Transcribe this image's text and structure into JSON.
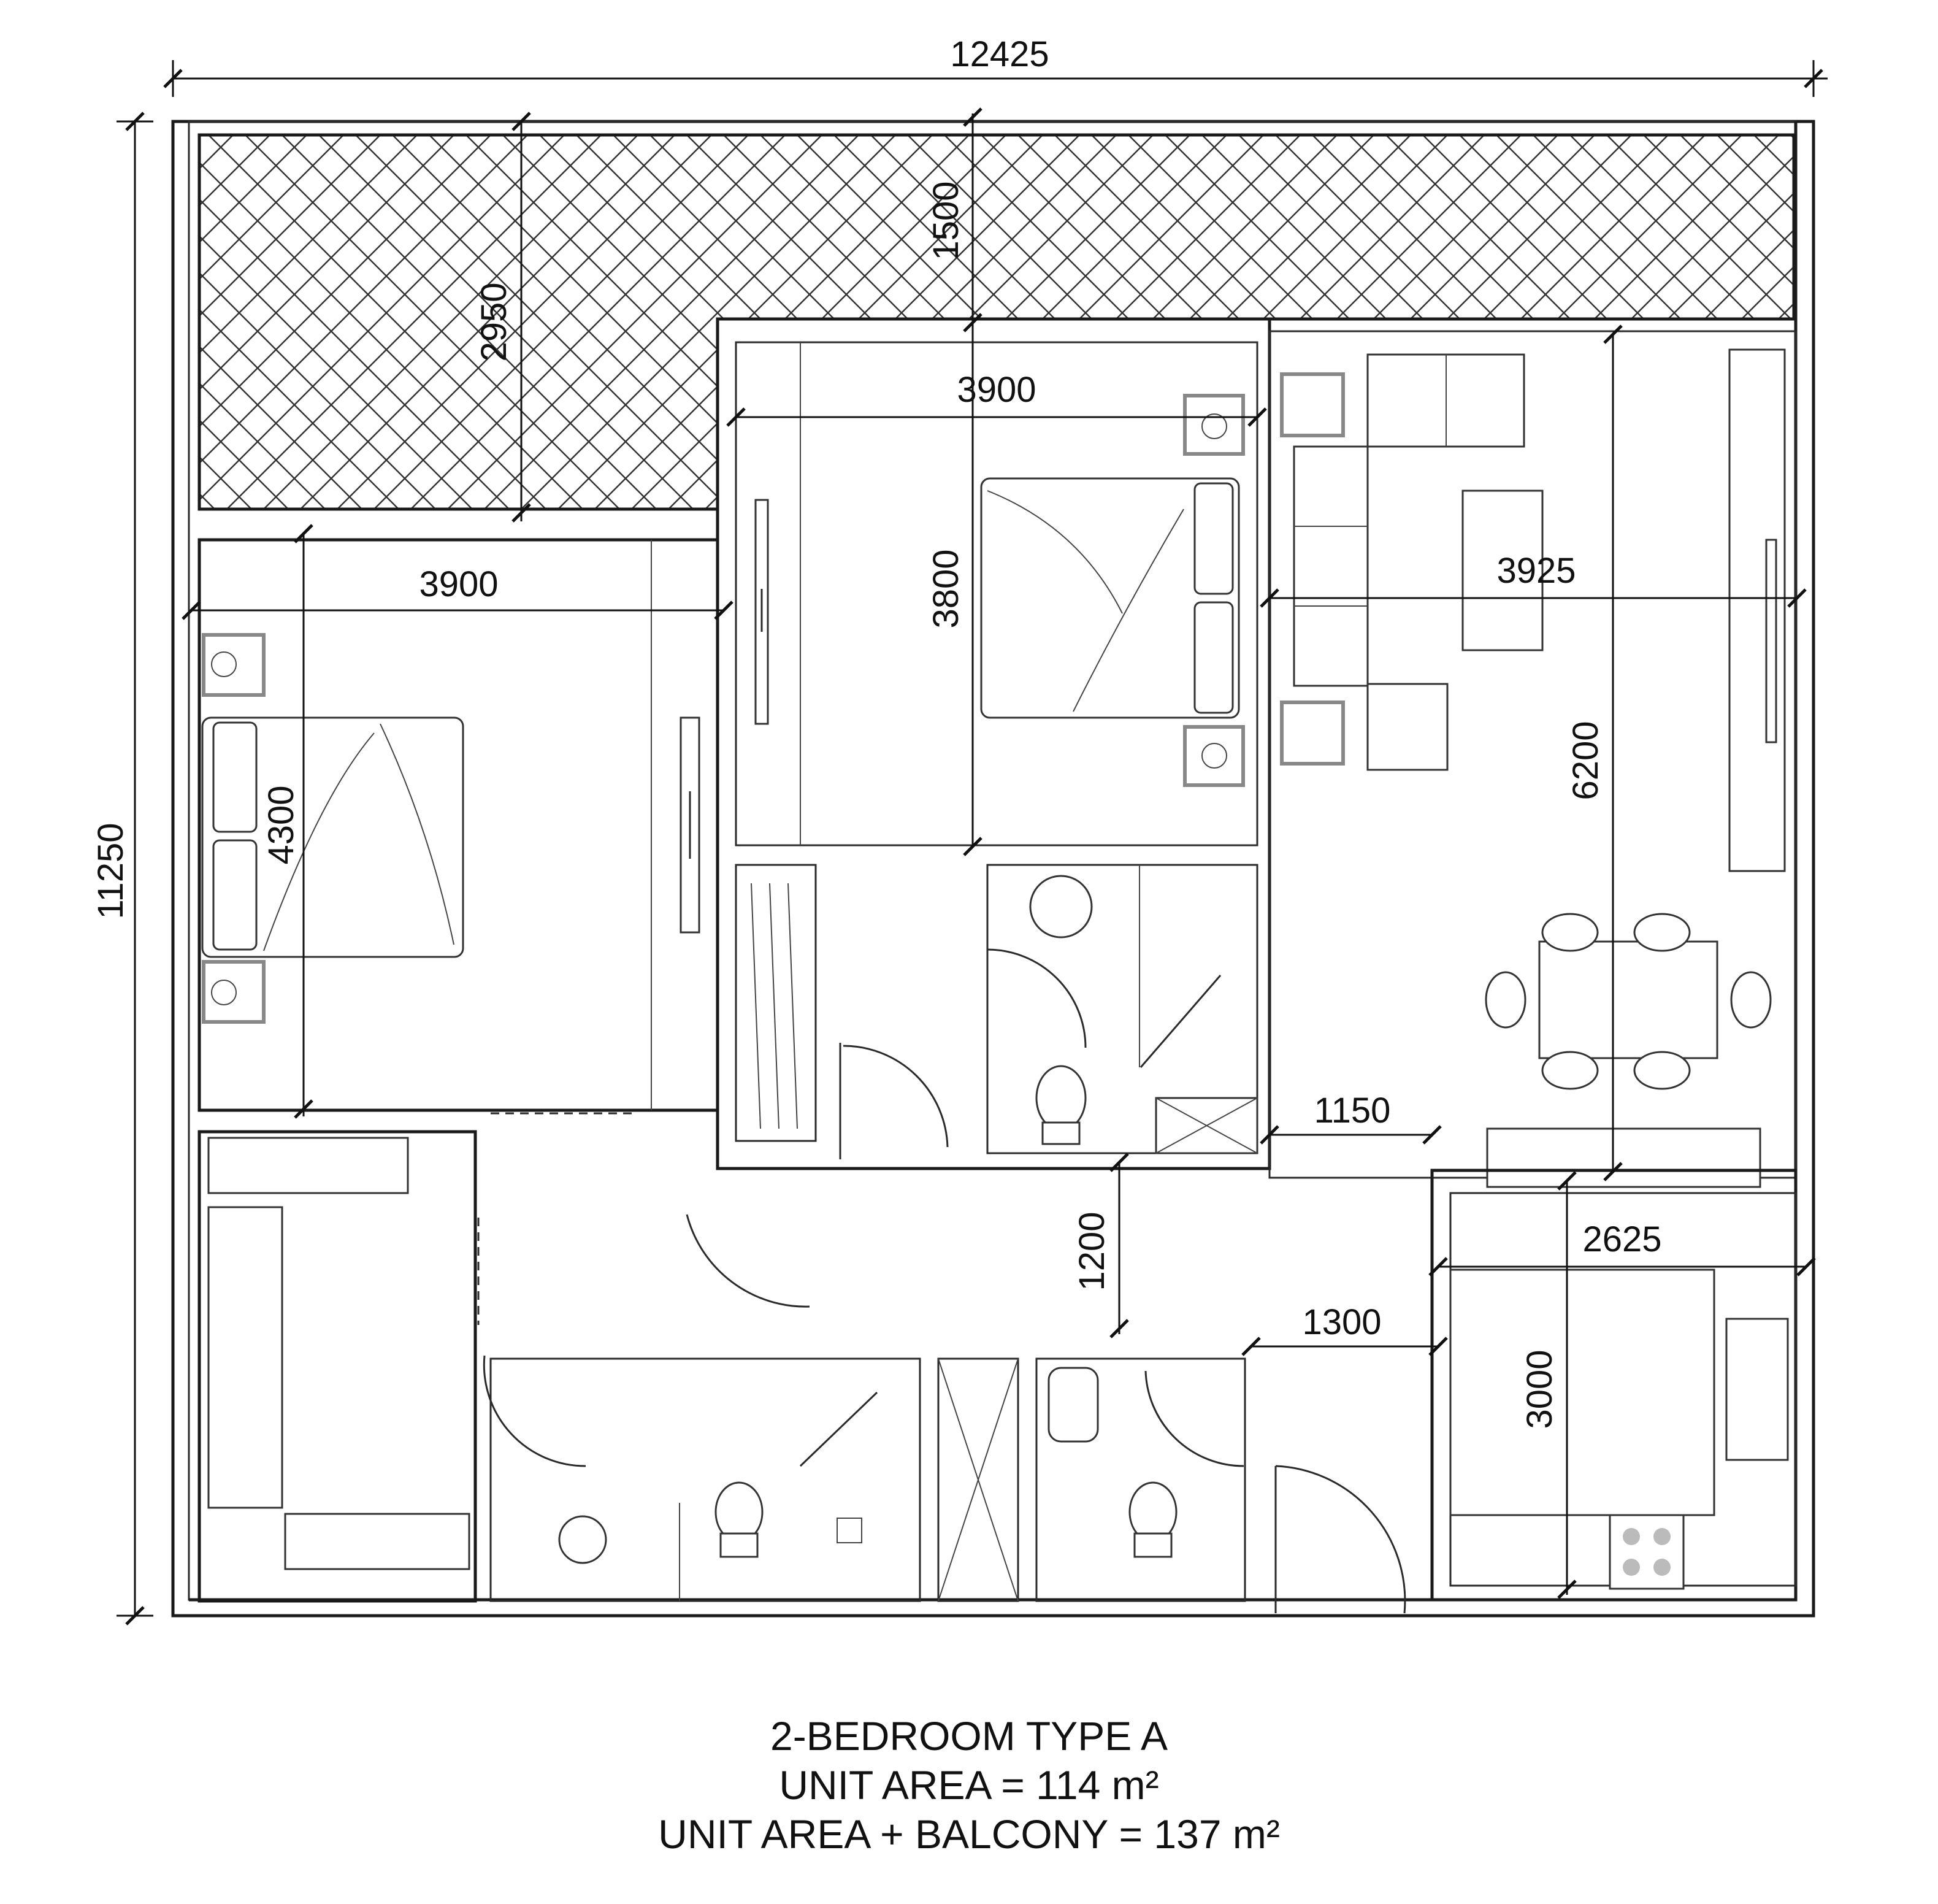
{
  "dimensions": {
    "overall_width": "12425",
    "overall_height": "11250",
    "balcony_depth": "2950",
    "balcony_to_bedroom": "1500",
    "bedroom1_width": "3900",
    "bedroom1_depth": "4300",
    "bedroom2_width": "3900",
    "bedroom2_depth": "3800",
    "living_width": "3925",
    "living_depth": "6200",
    "corridor_1150": "1150",
    "corridor_1200": "1200",
    "corridor_1300": "1300",
    "kitchen_width": "2625",
    "kitchen_depth": "3000"
  },
  "caption": {
    "line1": "2-BEDROOM TYPE A",
    "line2": "UNIT AREA = 114 m²",
    "line3": "UNIT AREA + BALCONY = 137 m²"
  }
}
